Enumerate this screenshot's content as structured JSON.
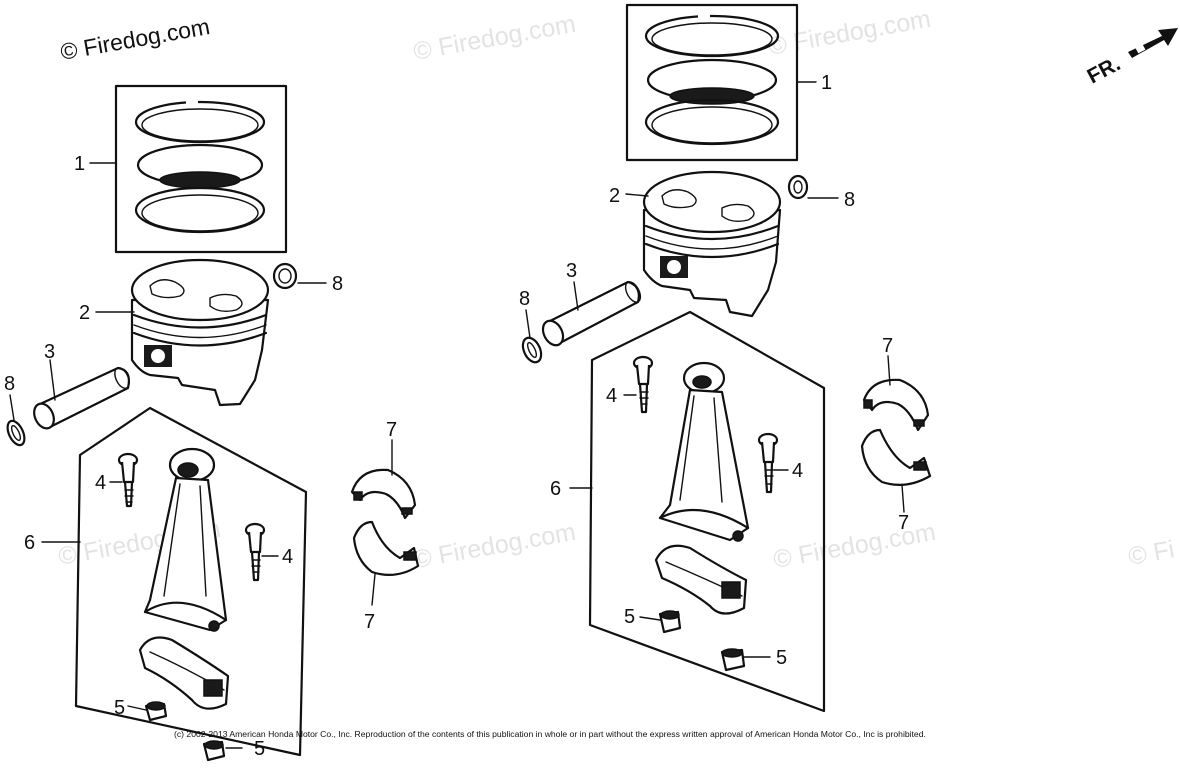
{
  "watermark": {
    "primary": "© Firedog.com",
    "faint": "© Firedog.com",
    "partial": "© Fi"
  },
  "copyright": "(c) 2002-2013 American Honda Motor Co., Inc. Reproduction of the contents of this publication in whole or in part without the express written approval of American Honda Motor Co., Inc is prohibited.",
  "direction_marker": {
    "label": "FR.",
    "icon": "arrow-icon"
  },
  "left_assembly": {
    "callouts": {
      "rings": "1",
      "piston": "2",
      "pin": "3",
      "bolt_top": "4",
      "bolt_right": "4",
      "rod": "6",
      "bearing_top": "7",
      "bearing_bottom": "7",
      "clip_right": "8",
      "clip_left": "8",
      "nut_a": "5",
      "nut_b": "5"
    }
  },
  "right_assembly": {
    "callouts": {
      "rings": "1",
      "piston": "2",
      "pin": "3",
      "bolt_left": "4",
      "bolt_right": "4",
      "rod": "6",
      "bearing_top": "7",
      "bearing_bottom": "7",
      "clip_right": "8",
      "clip_left": "8",
      "nut_a": "5",
      "nut_b": "5"
    }
  }
}
